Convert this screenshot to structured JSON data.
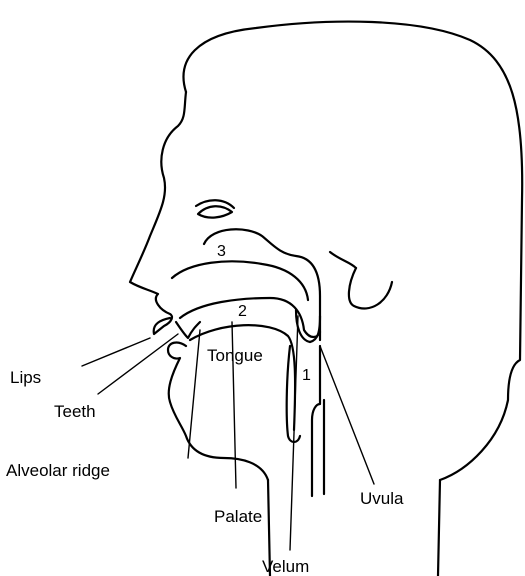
{
  "labels": {
    "lips": "Lips",
    "teeth": "Teeth",
    "alveolar_ridge": "Alveolar ridge",
    "palate": "Palate",
    "velum": "Velum",
    "uvula": "Uvula",
    "tongue": "Tongue"
  },
  "numbers": {
    "n1": "1",
    "n2": "2",
    "n3": "3"
  }
}
